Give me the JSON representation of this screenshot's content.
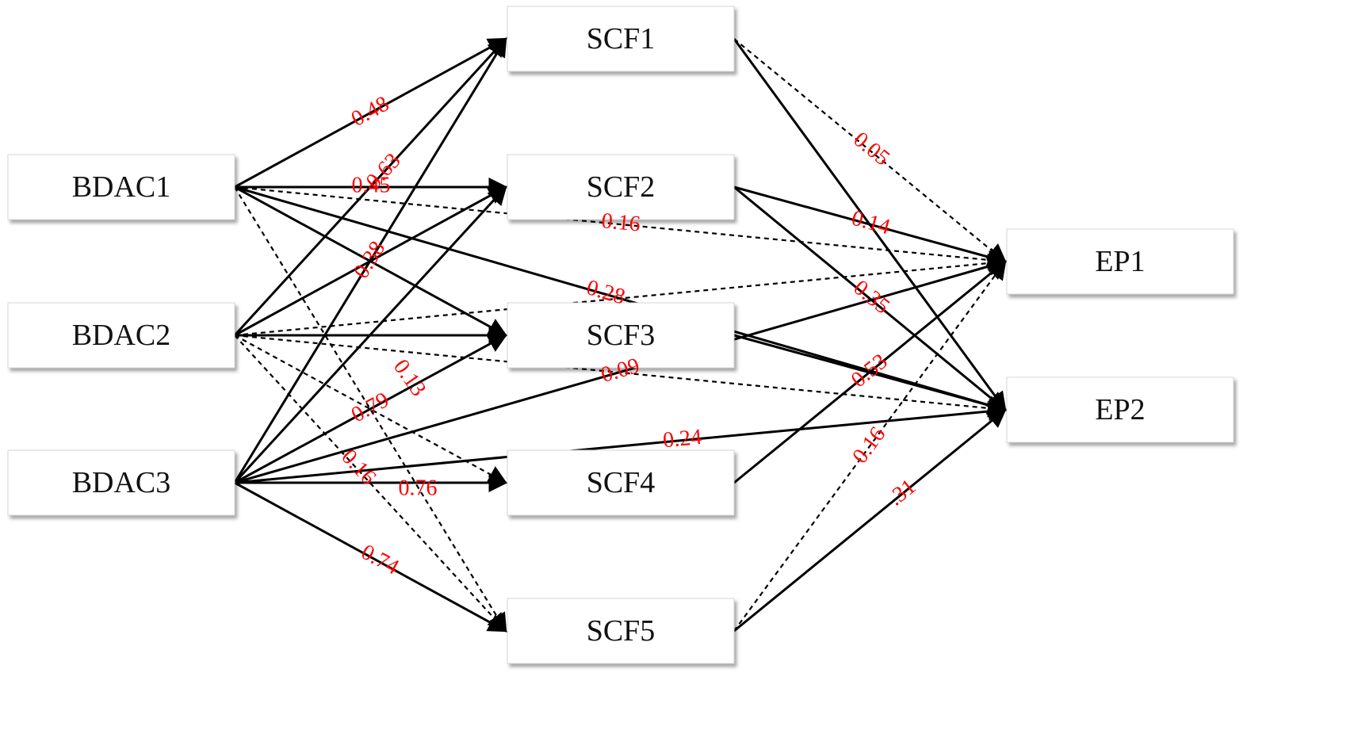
{
  "nodes": [
    {
      "id": "BDAC1",
      "label": "BDAC1"
    },
    {
      "id": "BDAC2",
      "label": "BDAC2"
    },
    {
      "id": "BDAC3",
      "label": "BDAC3"
    },
    {
      "id": "SCF1",
      "label": "SCF1"
    },
    {
      "id": "SCF2",
      "label": "SCF2"
    },
    {
      "id": "SCF3",
      "label": "SCF3"
    },
    {
      "id": "SCF4",
      "label": "SCF4"
    },
    {
      "id": "SCF5",
      "label": "SCF5"
    },
    {
      "id": "EP1",
      "label": "EP1"
    },
    {
      "id": "EP2",
      "label": "EP2"
    }
  ],
  "edges": [
    {
      "id": "e-bdac1-scf1",
      "from": "BDAC1",
      "to": "SCF1",
      "style": "solid",
      "label": "0.48"
    },
    {
      "id": "e-bdac1-scf2",
      "from": "BDAC1",
      "to": "SCF2",
      "style": "solid",
      "label": "0.45"
    },
    {
      "id": "e-bdac1-scf3",
      "from": "BDAC1",
      "to": "SCF3",
      "style": "solid",
      "label": ""
    },
    {
      "id": "e-bdac1-scf5",
      "from": "BDAC1",
      "to": "SCF5",
      "style": "dashed",
      "label": ""
    },
    {
      "id": "e-bdac1-ep1",
      "from": "BDAC1",
      "to": "EP1",
      "style": "dashed",
      "label": "0.16"
    },
    {
      "id": "e-bdac1-ep2",
      "from": "BDAC1",
      "to": "EP2",
      "style": "solid",
      "label": "0.28"
    },
    {
      "id": "e-bdac2-scf1",
      "from": "BDAC2",
      "to": "SCF1",
      "style": "solid",
      "label": "0.63"
    },
    {
      "id": "e-bdac2-scf2",
      "from": "BDAC2",
      "to": "SCF2",
      "style": "solid",
      "label": ""
    },
    {
      "id": "e-bdac2-scf3",
      "from": "BDAC2",
      "to": "SCF3",
      "style": "solid",
      "label": ""
    },
    {
      "id": "e-bdac2-scf4",
      "from": "BDAC2",
      "to": "SCF4",
      "style": "dashed",
      "label": ""
    },
    {
      "id": "e-bdac2-scf5",
      "from": "BDAC2",
      "to": "SCF5",
      "style": "dashed",
      "label": "0.16"
    },
    {
      "id": "e-bdac2-ep1",
      "from": "BDAC2",
      "to": "EP1",
      "style": "dashed",
      "label": ""
    },
    {
      "id": "e-bdac2-ep2",
      "from": "BDAC2",
      "to": "EP2",
      "style": "dashed",
      "label": ""
    },
    {
      "id": "e-bdac3-scf1",
      "from": "BDAC3",
      "to": "SCF1",
      "style": "solid",
      "label": "0.38"
    },
    {
      "id": "e-bdac3-scf2",
      "from": "BDAC3",
      "to": "SCF2",
      "style": "solid",
      "label": ""
    },
    {
      "id": "e-bdac3-scf3",
      "from": "BDAC3",
      "to": "SCF3",
      "style": "solid",
      "label": "0.79"
    },
    {
      "id": "e-bdac3-scf4",
      "from": "BDAC3",
      "to": "SCF4",
      "style": "solid",
      "label": ""
    },
    {
      "id": "e-bdac3-scf5",
      "from": "BDAC3",
      "to": "SCF5",
      "style": "solid",
      "label": "0.74"
    },
    {
      "id": "e-bdac3-ep1",
      "from": "BDAC3",
      "to": "EP1",
      "style": "solid",
      "label": "0.09"
    },
    {
      "id": "e-bdac3-ep2",
      "from": "BDAC3",
      "to": "EP2",
      "style": "solid",
      "label": "0.24"
    },
    {
      "id": "e-scf1-ep1",
      "from": "SCF1",
      "to": "EP1",
      "style": "dashed",
      "label": "0.05"
    },
    {
      "id": "e-scf1-ep2",
      "from": "SCF1",
      "to": "EP2",
      "style": "solid",
      "label": ""
    },
    {
      "id": "e-scf2-ep1",
      "from": "SCF2",
      "to": "EP1",
      "style": "solid",
      "label": "0.14"
    },
    {
      "id": "e-scf2-ep2",
      "from": "SCF2",
      "to": "EP2",
      "style": "solid",
      "label": "0.35"
    },
    {
      "id": "e-scf3-ep2",
      "from": "SCF3",
      "to": "EP2",
      "style": "solid",
      "label": ""
    },
    {
      "id": "e-scf4-ep1",
      "from": "SCF4",
      "to": "EP1",
      "style": "solid",
      "label": "0.53"
    },
    {
      "id": "e-scf5-ep1",
      "from": "SCF5",
      "to": "EP1",
      "style": "dashed",
      "label": "0.16"
    },
    {
      "id": "e-scf5-ep2",
      "from": "SCF5",
      "to": "EP2",
      "style": "solid",
      "label": ".31"
    }
  ],
  "extra_labels": [
    {
      "id": "lbl-013",
      "text": "0.13"
    },
    {
      "id": "lbl-076",
      "text": "0.76"
    }
  ],
  "colors": {
    "coefficient": "#ff0000",
    "edge": "#000000",
    "box_border": "#d6d6d6"
  }
}
